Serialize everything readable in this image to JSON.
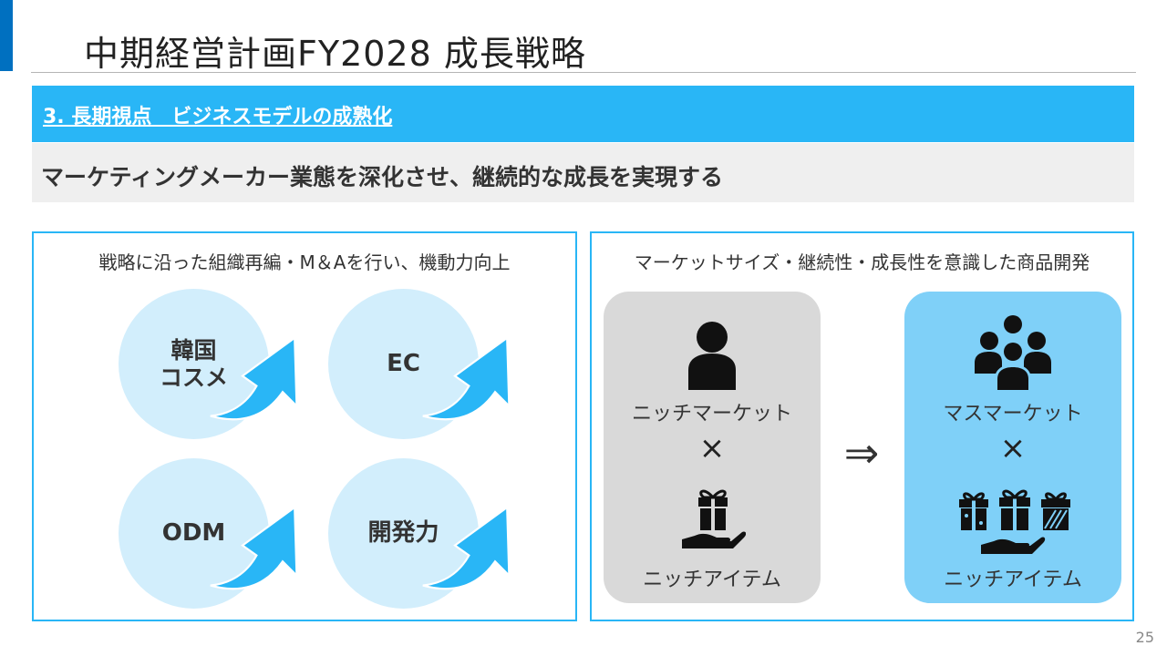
{
  "header": {
    "title": "中期経営計画FY2028 成長戦略"
  },
  "section": {
    "heading": "3. 長期視点　ビジネスモデルの成熟化"
  },
  "subtitle": {
    "text": "マーケティングメーカー業態を深化させ、継続的な成長を実現する"
  },
  "left_panel": {
    "title": "戦略に沿った組織再編・M＆Aを行い、機動力向上",
    "items": [
      {
        "label": "韓国\nコスメ"
      },
      {
        "label": "EC"
      },
      {
        "label": "ODM"
      },
      {
        "label": "開発力"
      }
    ]
  },
  "right_panel": {
    "title": "マーケットサイズ・継続性・成長性を意識した商品開発",
    "from_card": {
      "market": "ニッチマーケット",
      "times": "×",
      "item": "ニッチアイテム",
      "market_icon": "single-person-icon",
      "item_icon": "gift-on-hand-icon"
    },
    "implies_symbol": "⇒",
    "to_card": {
      "market": "マスマーケット",
      "times": "×",
      "item": "ニッチアイテム",
      "market_icon": "group-of-people-icon",
      "item_icon": "multiple-gifts-on-hand-icon"
    }
  },
  "colors": {
    "accent": "#0070c0",
    "section_band": "#29b6f6",
    "circle_fill": "#d2eefc",
    "arrow": "#29b6f6",
    "card_gray": "#d9d9d9",
    "card_blue": "#7fd0f8"
  },
  "footer": {
    "page_number": "25"
  }
}
